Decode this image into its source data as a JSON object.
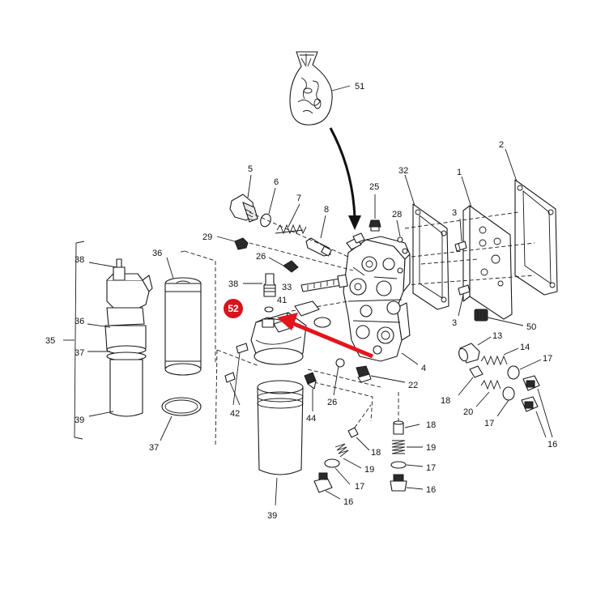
{
  "diagram": {
    "highlight": {
      "label": "52",
      "badge_color": "#d8141c",
      "arrow_color": "#e3151c"
    },
    "callouts": {
      "c51": "51",
      "c2": "2",
      "c1": "1",
      "c32": "32",
      "c25": "25",
      "c28": "28",
      "c3a": "3",
      "c3b": "3",
      "c5": "5",
      "c6": "6",
      "c7": "7",
      "c8": "8",
      "c29": "29",
      "c26a": "26",
      "c38a": "38",
      "c33": "33",
      "c41": "41",
      "c38b": "38",
      "c36a": "36",
      "c36b": "36",
      "c35": "35",
      "c37a": "37",
      "c39a": "39",
      "c37b": "37",
      "c42": "42",
      "c44": "44",
      "c26b": "26",
      "c22": "22",
      "c4": "4",
      "c13": "13",
      "c14": "14",
      "c17a": "17",
      "c50": "50",
      "c18a": "18",
      "c20": "20",
      "c17b": "17",
      "c16a": "16",
      "c18b": "18",
      "c19a": "19",
      "c17c": "17",
      "c16b": "16",
      "c18c": "18",
      "c19b": "19",
      "c17d": "17",
      "c16c": "16",
      "c39b": "39"
    }
  }
}
